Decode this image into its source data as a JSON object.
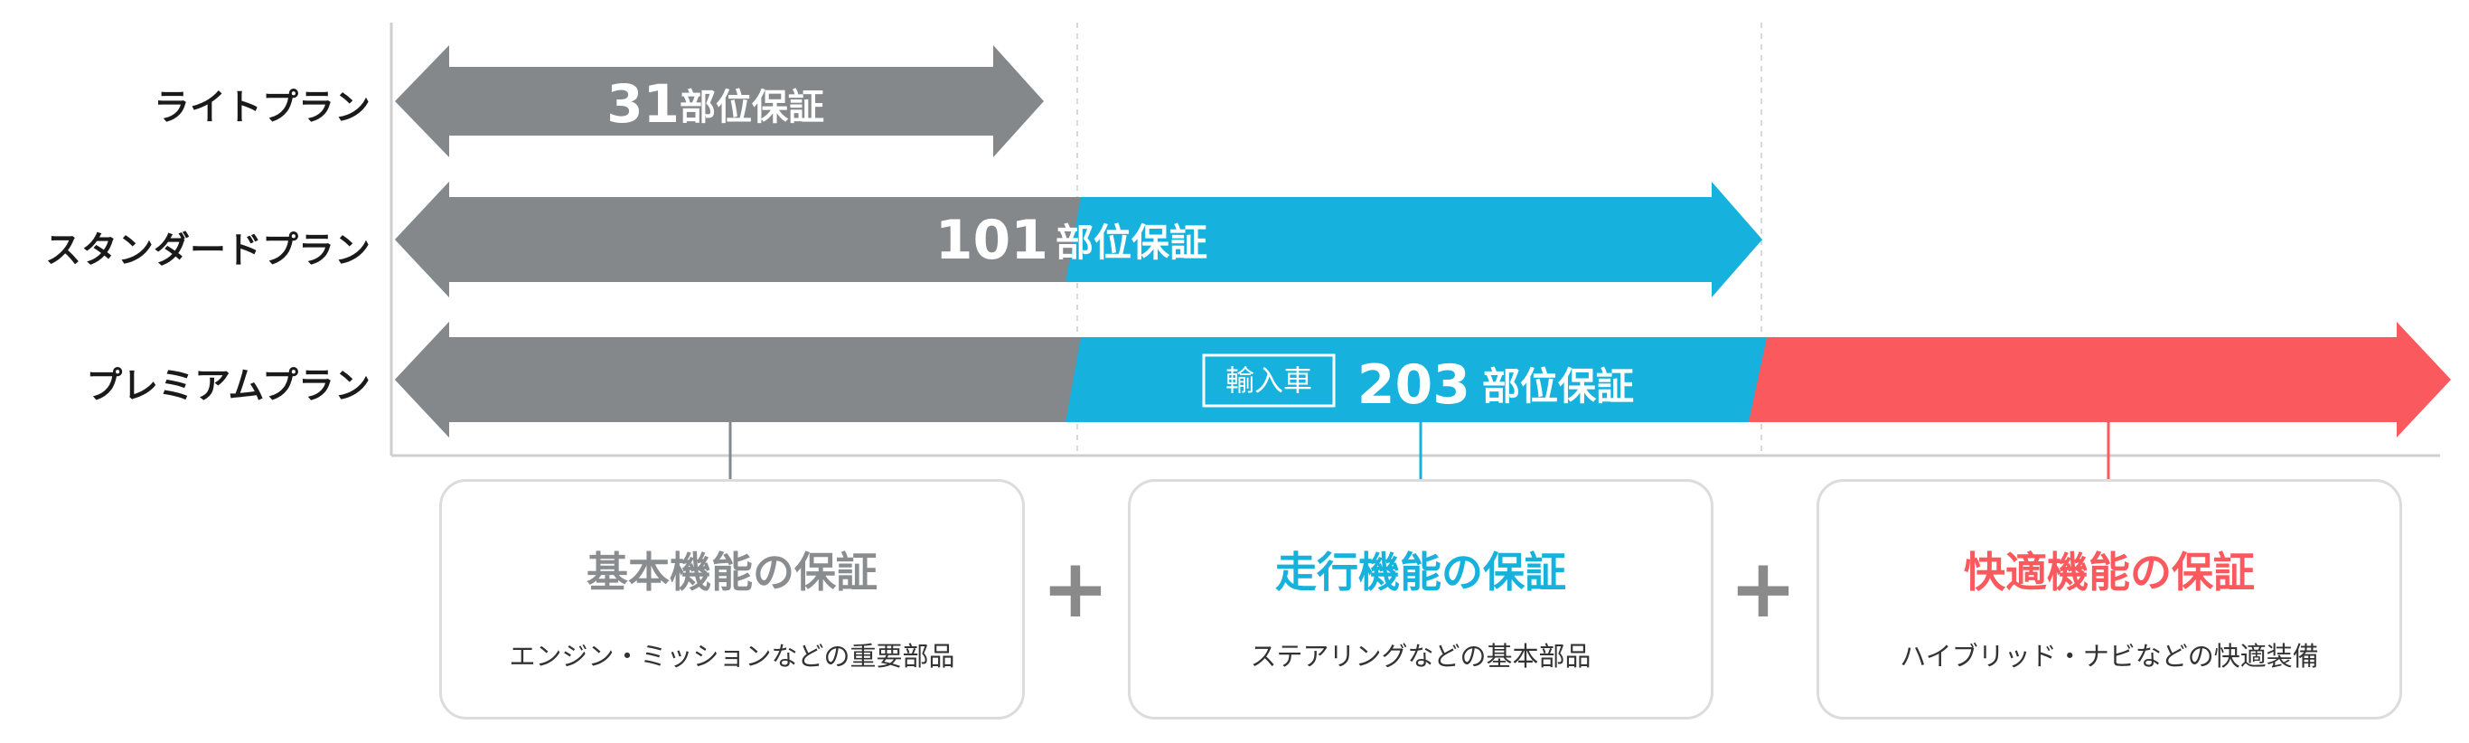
{
  "plans": {
    "light": {
      "label": "ライトプラン",
      "count": "31",
      "unit": "部位保証"
    },
    "standard": {
      "label": "スタンダードプラン",
      "count": "101",
      "unit": "部位保証"
    },
    "premium": {
      "label": "プレミアムプラン",
      "badge": "輸入車",
      "count": "203",
      "unit": "部位保証"
    }
  },
  "cards": [
    {
      "title": "基本機能の保証",
      "desc": "エンジン・ミッションなどの重要部品",
      "color": "#8a8d90"
    },
    {
      "title": "走行機能の保証",
      "desc": "ステアリングなどの基本部品",
      "color": "#16b1dc"
    },
    {
      "title": "快適機能の保証",
      "desc": "ハイブリッド・ナビなどの快適装備",
      "color": "#fa5a5e"
    }
  ],
  "plus_symbol": "+",
  "colors": {
    "gray": "#85888b",
    "blue": "#16b1dc",
    "red": "#fa5a5e",
    "axis": "#cfcfcf"
  }
}
